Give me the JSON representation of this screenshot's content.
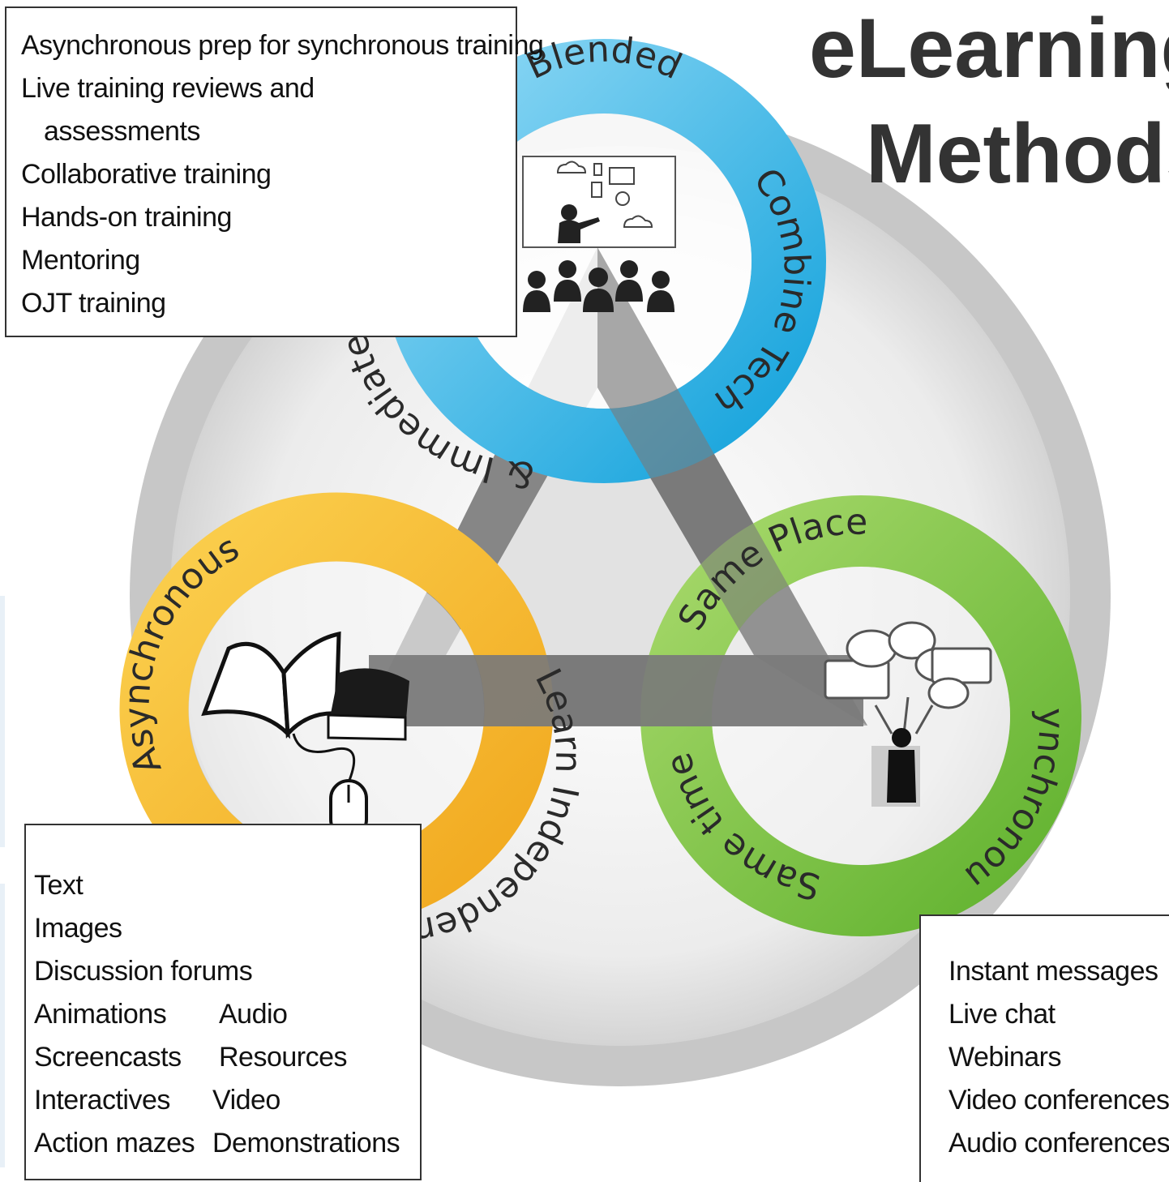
{
  "title": {
    "line1": "eLearning",
    "line2": "Methods"
  },
  "rings": {
    "blended": {
      "top_label": "Blended",
      "left_label": "& Immediate Interaction",
      "right_label": "Combine Tech",
      "color": "#34b2e4"
    },
    "asynchronous": {
      "left_label": "Asynchronous",
      "right_label": "Learn Independently",
      "color": "#f4b223"
    },
    "synchronous": {
      "top_label": "Same Place",
      "bottom_label": "Same time",
      "right_label": "Synchronous",
      "color": "#7ac143"
    }
  },
  "blended_box": {
    "items": [
      "Asynchronous prep for synchronous training",
      "Live training reviews and",
      "assessments",
      "Collaborative training",
      "Hands-on training",
      "Mentoring",
      "OJT training"
    ]
  },
  "async_box": {
    "single": [
      "Text",
      "Images",
      "Discussion forums"
    ],
    "pairs": [
      [
        "Animations",
        "Audio"
      ],
      [
        "Screencasts",
        "Resources"
      ],
      [
        "Interactives",
        "Video"
      ],
      [
        "Action mazes",
        "Demonstrations"
      ]
    ]
  },
  "sync_box": {
    "items": [
      "Instant messages",
      "Live chat",
      "Webinars",
      "Video conferences",
      "Audio conferences"
    ]
  },
  "icons": [
    "presenter-icon",
    "audience-icon",
    "book-icon",
    "mouse-icon",
    "speech-bubbles-icon",
    "person-crowd-icon"
  ]
}
